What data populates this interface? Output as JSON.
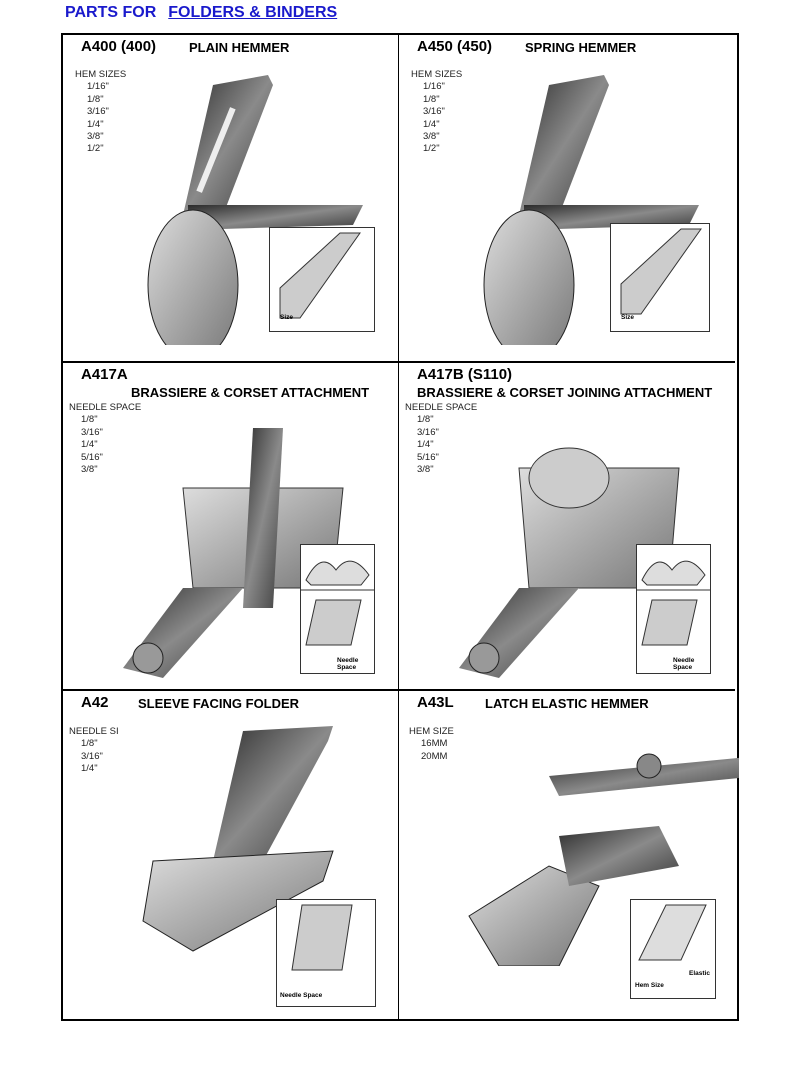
{
  "header": {
    "prefix": "PARTS FOR",
    "link": "FOLDERS  &  BINDERS",
    "color": "#1a1acc"
  },
  "parts": [
    {
      "code": "A400 (400)",
      "name": "PLAIN HEMMER",
      "sizes_label": "HEM SIZES",
      "sizes": [
        "1/16\"",
        "1/8\"",
        "3/16\"",
        "1/4\"",
        "3/8\"",
        "1/2\""
      ],
      "diagram_labels": [
        "Size"
      ]
    },
    {
      "code": "A450 (450)",
      "name": "SPRING HEMMER",
      "sizes_label": "HEM SIZES",
      "sizes": [
        "1/16\"",
        "1/8\"",
        "3/16\"",
        "1/4\"",
        "3/8\"",
        "1/2\""
      ],
      "diagram_labels": [
        "Size"
      ]
    },
    {
      "code": "A417A",
      "name": "BRASSIERE & CORSET ATTACHMENT",
      "sizes_label": "NEEDLE SPACE",
      "sizes": [
        "1/8\"",
        "3/16\"",
        "1/4\"",
        "5/16\"",
        "3/8\""
      ],
      "diagram_labels": [
        "Needle Space"
      ]
    },
    {
      "code": "A417B (S110)",
      "name": "BRASSIERE & CORSET JOINING ATTACHMENT",
      "sizes_label": "NEEDLE SPACE",
      "sizes": [
        "1/8\"",
        "3/16\"",
        "1/4\"",
        "5/16\"",
        "3/8\""
      ],
      "diagram_labels": [
        "Needle Space"
      ]
    },
    {
      "code": "A42",
      "name": "SLEEVE FACING FOLDER",
      "sizes_label": "NEEDLE SI",
      "sizes": [
        "1/8\"",
        "3/16\"",
        "1/4\""
      ],
      "diagram_labels": [
        "Needle Space"
      ]
    },
    {
      "code": "A43L",
      "name": "LATCH ELASTIC HEMMER",
      "sizes_label": "HEM SIZE",
      "sizes": [
        "16MM",
        "20MM"
      ],
      "diagram_labels": [
        "Hem Size",
        "Elastic"
      ]
    }
  ]
}
